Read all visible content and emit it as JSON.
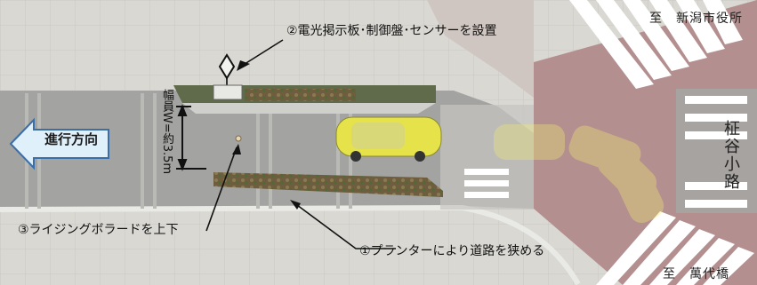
{
  "annotations": {
    "sign_equipment": "②電光掲示板･制御盤･センサーを設置",
    "bollard": "③ライジングボラードを上下",
    "planter": "①プランターにより道路を狭める"
  },
  "width_label": "幅員W=約3.5m",
  "direction_arrow": "進行方向",
  "destinations": {
    "top": "至　新潟市役所",
    "bottom": "至　萬代橋",
    "side_street": "柾谷小路"
  },
  "colors": {
    "road": "#a3a3a1",
    "sidewalk": "#d7d6d2",
    "crosswalk_area": "#b48f8f",
    "planter": "#6b5a3e",
    "car": "#e6e34a",
    "arrow_fill": "#dff0fb",
    "arrow_stroke": "#3b6ea6"
  }
}
